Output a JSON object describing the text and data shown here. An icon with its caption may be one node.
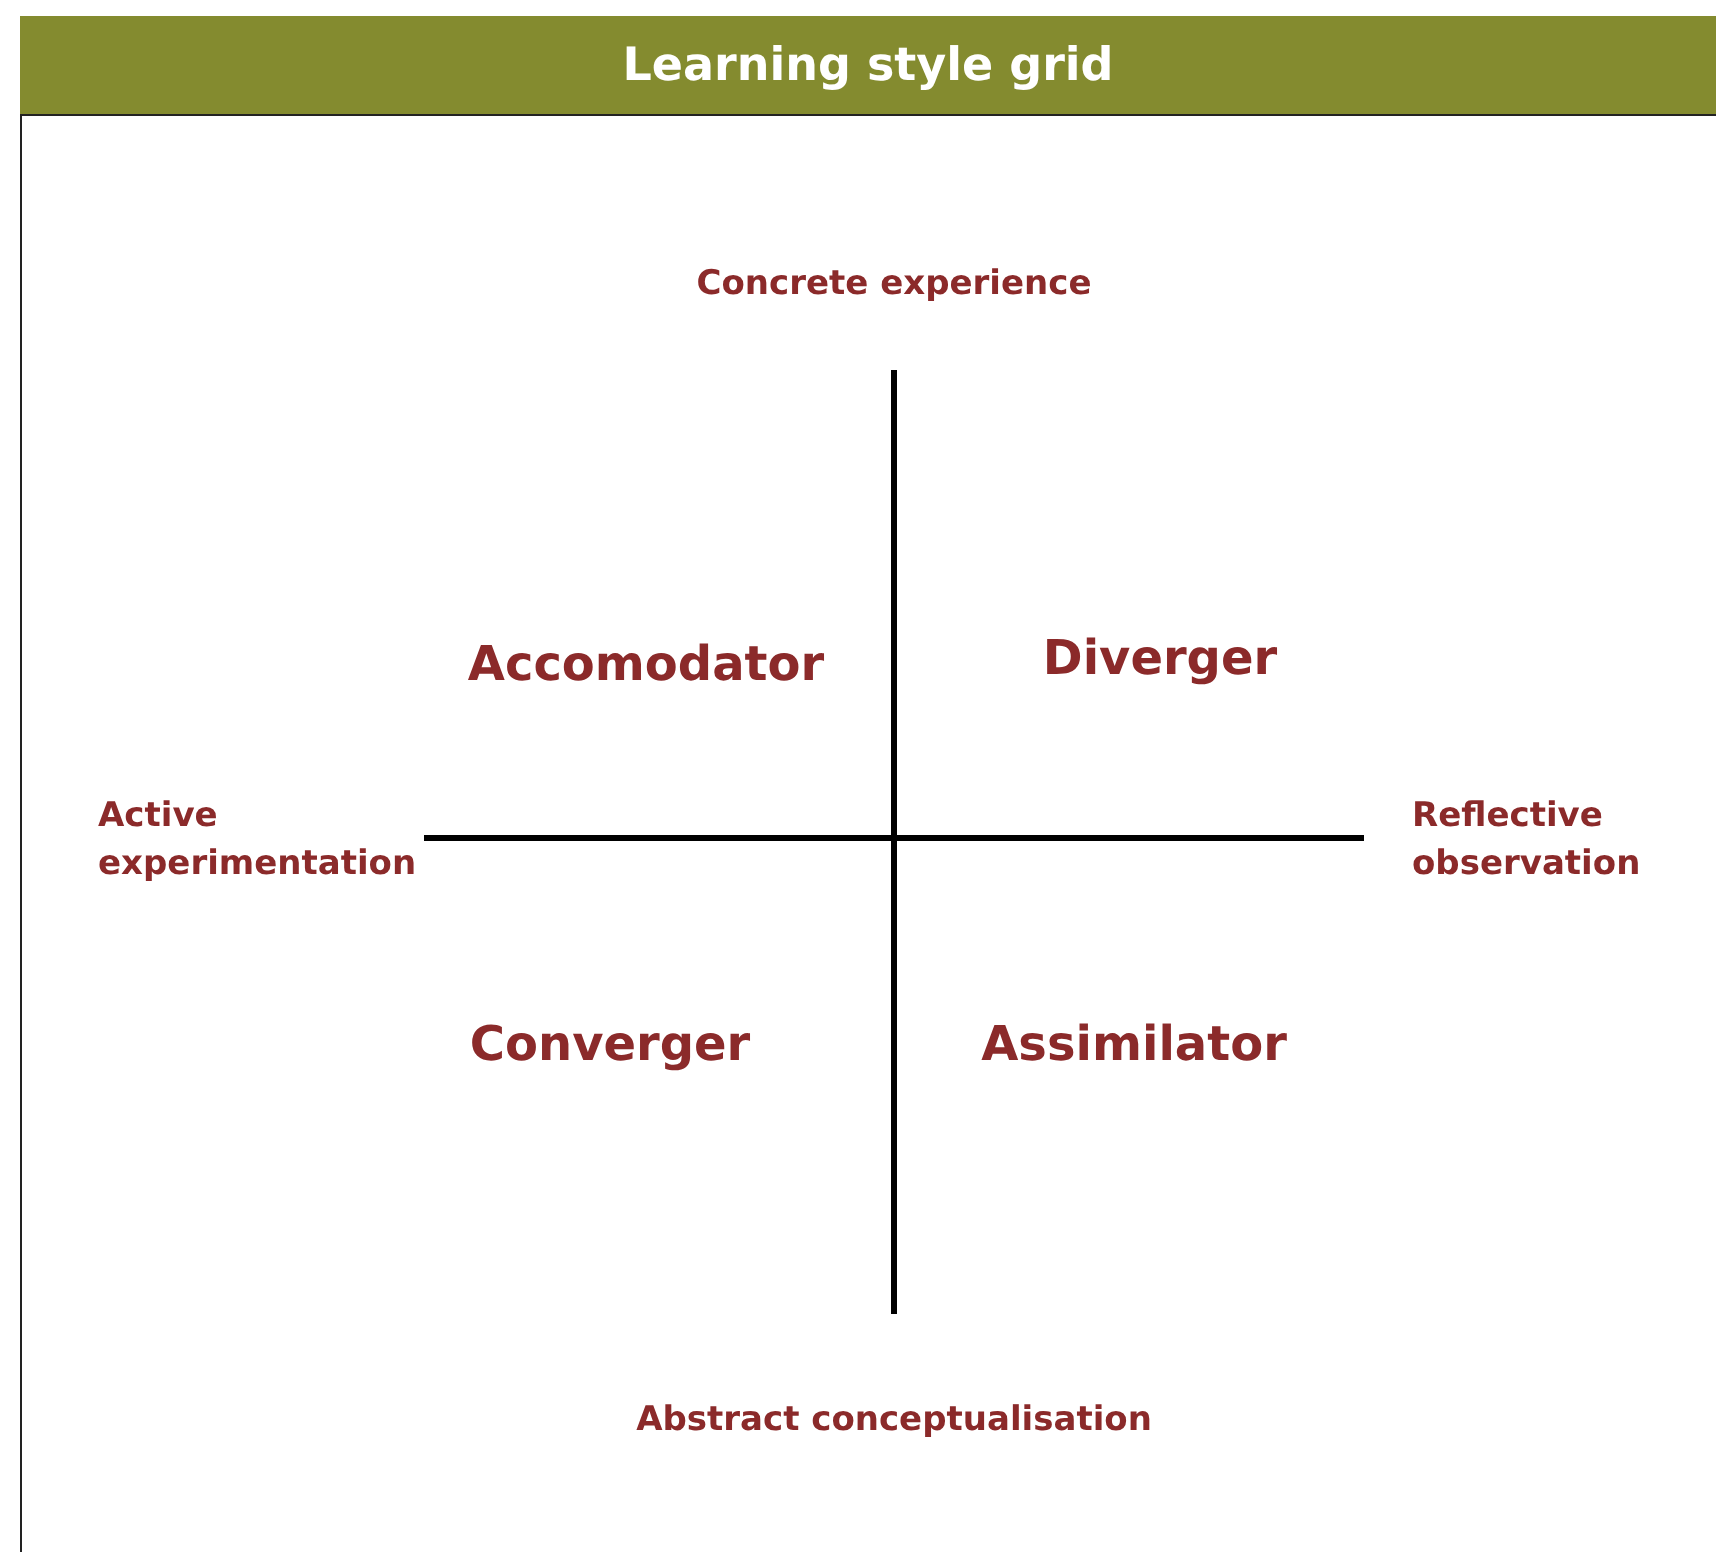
{
  "diagram": {
    "title": "Learning style grid",
    "labels": [
      "Concrete experience",
      "Accomodator",
      "Diverger",
      "Active experimentation",
      "Reflective observation",
      "Converger",
      "Assimilator",
      "Abstract conceptualisation"
    ]
  }
}
